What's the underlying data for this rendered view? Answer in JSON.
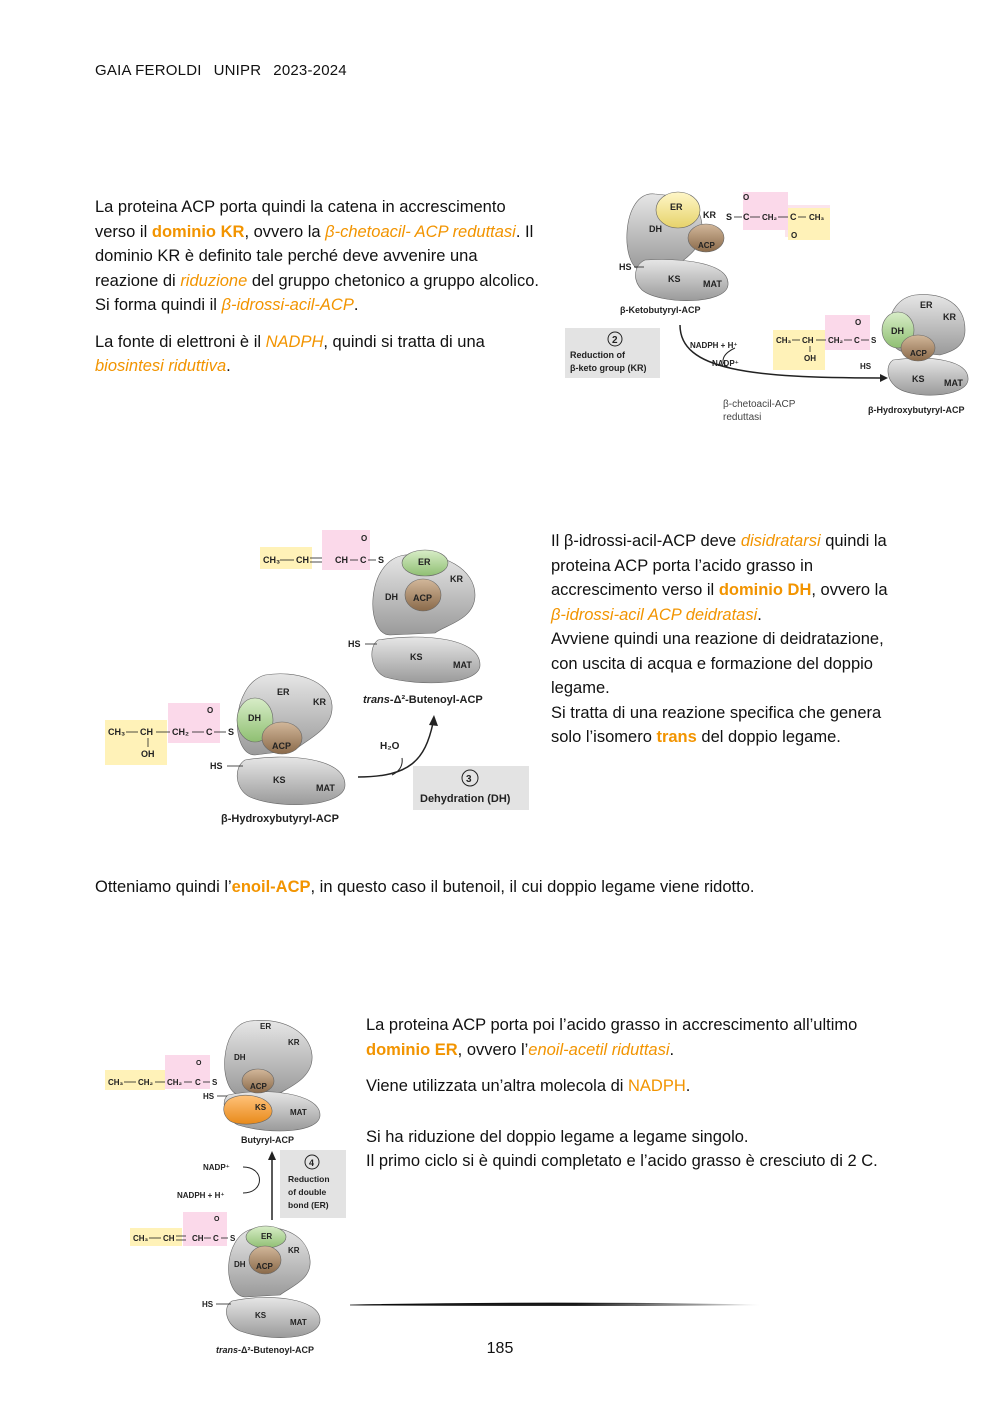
{
  "header": {
    "author": "GAIA FEROLDI",
    "university": "UNIPR",
    "year": "2023-2024"
  },
  "section1": {
    "p1": {
      "t1": "La proteina ACP porta quindi la catena in accrescimento verso il ",
      "h1": "dominio KR",
      "t2": ", ovvero la ",
      "h2": "β-chetoacil- ACP reduttasi",
      "t3": ". Il dominio KR è definito tale perché deve avvenire una reazione di ",
      "h3": "riduzione",
      "t4": " del gruppo chetonico a gruppo alcolico.",
      "t5": "Si forma quindi  il ",
      "h4": "β-idrossi-acil-ACP",
      "t6": "."
    },
    "p2": {
      "t1": "La fonte di elettroni è il ",
      "h1": "NADPH",
      "t2": ", quindi si tratta di una ",
      "h2": "biosintesi riduttiva",
      "t3": "."
    }
  },
  "figure1": {
    "er": "ER",
    "kr": "KR",
    "dh": "DH",
    "acp": "ACP",
    "hs": "HS",
    "ks": "KS",
    "mat": "MAT",
    "s": "S",
    "c1": "C",
    "ch2": "CH₂",
    "c2": "C",
    "ch3": "CH₃",
    "o1": "O",
    "o2": "O",
    "name1": "β-Ketobutyryl-ACP",
    "step_number": "2",
    "step_line1": "Reduction of",
    "step_line2": "β-keto group (KR)",
    "nadph": "NADPH + H⁺",
    "nadp": "NADP⁺",
    "prod_ch3": "CH₃",
    "prod_ch": "CH",
    "prod_oh": "OH",
    "prod_ch2": "CH₂",
    "prod_c": "C",
    "prod_s": "S",
    "prod_o": "O",
    "prod_hs": "HS",
    "name2": "β-Hydroxybutyryl-ACP",
    "note_line1": "β-chetoacil-ACP",
    "note_line2": "reduttasi"
  },
  "figure2": {
    "top_ch3": "CH₃",
    "top_ch": "CH",
    "top_ch2": "CH",
    "top_c": "C",
    "top_o": "O",
    "top_s": "S",
    "name_top_prefix": "trans",
    "name_top_rest": "-Δ²-Butenoyl-ACP",
    "h2o": "H₂O",
    "step_number": "3",
    "step_label": "Dehydration (DH)",
    "bot_ch3": "CH₃",
    "bot_ch": "CH",
    "bot_oh": "OH",
    "bot_ch2": "CH₂",
    "bot_c": "C",
    "bot_o": "O",
    "bot_s": "S",
    "name_bottom": "β-Hydroxybutyryl-ACP",
    "er": "ER",
    "kr": "KR",
    "dh": "DH",
    "acp": "ACP",
    "hs": "HS",
    "ks": "KS",
    "mat": "MAT"
  },
  "section2": {
    "t1": "Il β-idrossi-acil-ACP deve ",
    "h1": "disidratarsi",
    "t2": " quindi la proteina ACP porta l’acido grasso in accrescimento verso il ",
    "h2": "dominio DH",
    "t3": ", ovvero la ",
    "h3": "β-idrossi-acil ACP deidratasi",
    "t4": ".",
    "t5": "Avviene quindi una reazione di deidratazione, con uscita di acqua e formazione del doppio legame.",
    "t6": "Si tratta di una reazione specifica che genera solo l’isomero ",
    "h4": "trans",
    "t7": " del doppio legame."
  },
  "section3": {
    "t1": "Otteniamo quindi l’",
    "h1": "enoil-ACP",
    "t2": ", in questo caso il butenoil, il cui doppio legame viene ridotto."
  },
  "figure3": {
    "top_ch3": "CH₃",
    "top_ch2a": "CH₂",
    "top_ch2b": "CH₂",
    "top_c": "C",
    "top_o": "O",
    "top_s": "S",
    "name_top": "Butyryl-ACP",
    "nadp": "NADP⁺",
    "nadph": "NADPH + H⁺",
    "step_number": "4",
    "step_line1": "Reduction",
    "step_line2": "of double",
    "step_line3": "bond (ER)",
    "bot_ch3": "CH₃",
    "bot_ch": "CH",
    "bot_ch2": "CH",
    "bot_c": "C",
    "bot_o": "O",
    "bot_s": "S",
    "name_bottom_prefix": "trans",
    "name_bottom_rest": "-Δ²-Butenoyl-ACP",
    "er": "ER",
    "kr": "KR",
    "dh": "DH",
    "acp": "ACP",
    "hs": "HS",
    "ks": "KS",
    "mat": "MAT"
  },
  "section4": {
    "p1": {
      "t1": "La proteina ACP porta poi l’acido grasso in accrescimento all’ultimo ",
      "h1": "dominio ER",
      "t2": ", ovvero l’",
      "h2": "enoil-acetil riduttasi",
      "t3": "."
    },
    "p2": {
      "t1": "Viene utilizzata un’altra molecola di ",
      "h1": "NADPH",
      "t2": "."
    },
    "p3": {
      "t1": "Si ha riduzione del doppio legame a legame singolo.",
      "t2": "Il primo ciclo si è quindi completato e l’acido grasso è cresciuto di 2 C."
    }
  },
  "footer": {
    "page_number": "185"
  }
}
